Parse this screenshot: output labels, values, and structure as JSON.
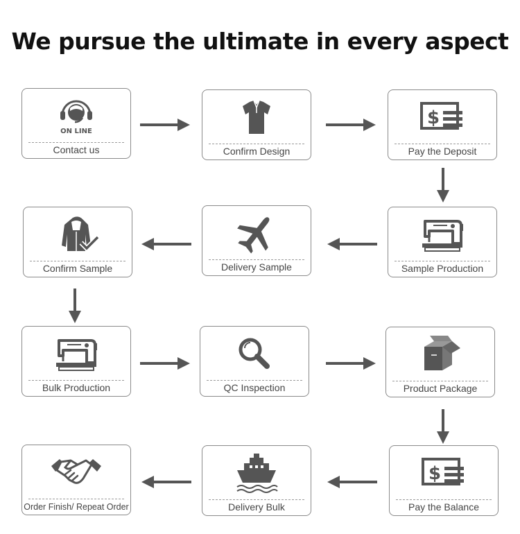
{
  "title": "We pursue the ultimate in every aspect",
  "steps": [
    {
      "label": "Contact us",
      "icon": "headset-online-icon",
      "icon_text": "ON LINE"
    },
    {
      "label": "Confirm Design",
      "icon": "polo-shirt-icon"
    },
    {
      "label": "Pay the Deposit",
      "icon": "money-bill-icon"
    },
    {
      "label": "Sample Production",
      "icon": "sewing-machine-icon"
    },
    {
      "label": "Delivery  Sample",
      "icon": "airplane-icon"
    },
    {
      "label": "Confirm  Sample",
      "icon": "jacket-check-icon"
    },
    {
      "label": "Bulk Production",
      "icon": "sewing-machine-icon"
    },
    {
      "label": "QC Inspection",
      "icon": "magnifier-icon"
    },
    {
      "label": "Product Package",
      "icon": "package-box-icon"
    },
    {
      "label": "Pay the Balance",
      "icon": "money-bill-icon"
    },
    {
      "label": "Delivery Bulk",
      "icon": "cargo-ship-icon"
    },
    {
      "label": "Order Finish/ Repeat Order",
      "icon": "handshake-icon"
    }
  ]
}
